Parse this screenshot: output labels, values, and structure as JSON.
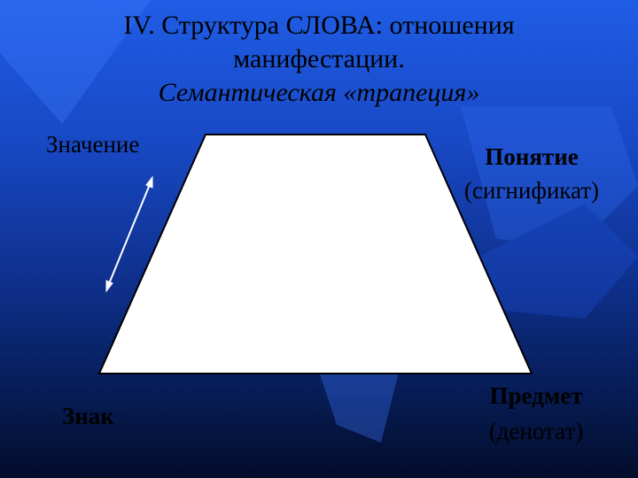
{
  "slide": {
    "title_line1": "IV. Структура СЛОВА: отношения",
    "title_line2": "манифестации.",
    "title_line3": "Семантическая «трапеция»"
  },
  "labels": {
    "top_left": "Значение",
    "top_right_main": "Понятие",
    "top_right_sub": "(сигнификат)",
    "bottom_left": "Знак",
    "bottom_right_main": "Предмет",
    "bottom_right_sub": "(денотат)"
  },
  "colors": {
    "background_top": "#1f5de6",
    "background_bottom": "#030d2b",
    "trapezoid_fill": "#ffffff",
    "text": "#000000"
  }
}
